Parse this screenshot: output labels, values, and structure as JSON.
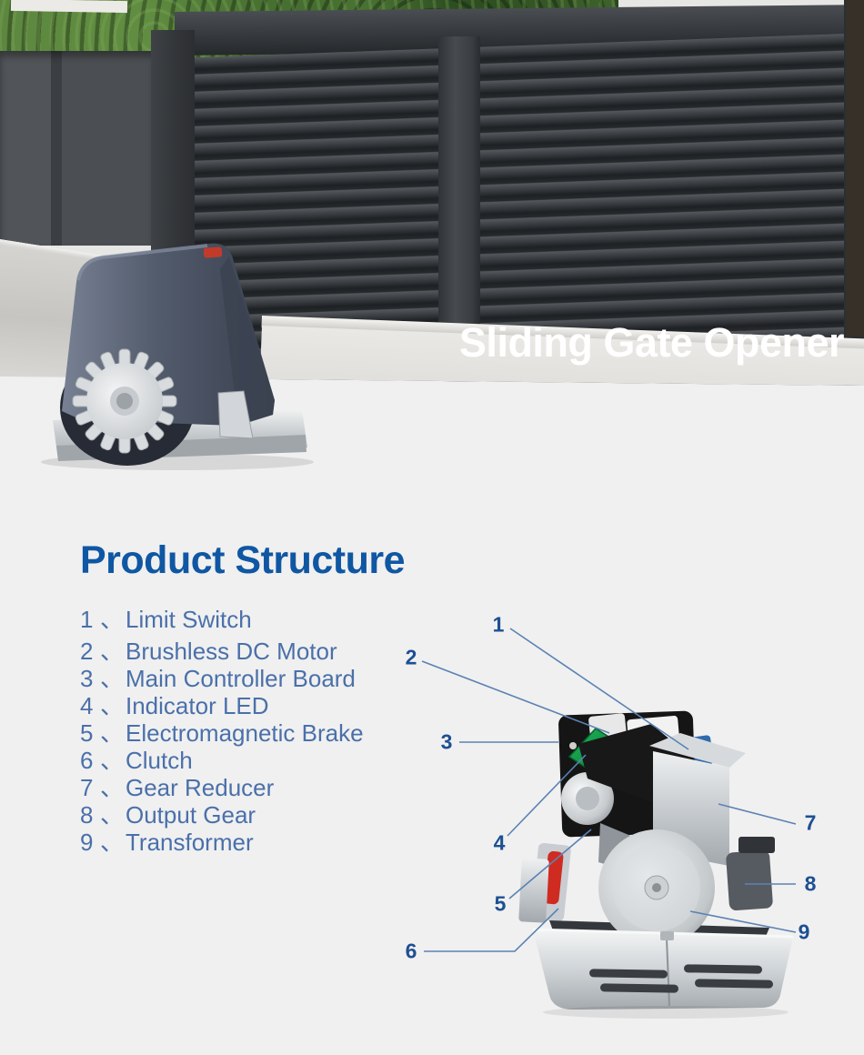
{
  "hero": {
    "title": "Sliding Gate Opener"
  },
  "section": {
    "heading": "Product Structure",
    "parts": [
      {
        "num": "1",
        "sep": "、",
        "label": "Limit Switch"
      },
      {
        "num": "2",
        "sep": "、",
        "label": "Brushless DC Motor"
      },
      {
        "num": "3",
        "sep": "、",
        "label": "Main Controller Board"
      },
      {
        "num": "4",
        "sep": "、",
        "label": "Indicator LED"
      },
      {
        "num": "5",
        "sep": "、",
        "label": "Electromagnetic Brake"
      },
      {
        "num": "6",
        "sep": "、",
        "label": "Clutch"
      },
      {
        "num": "7",
        "sep": "、",
        "label": "Gear Reducer"
      },
      {
        "num": "8",
        "sep": "、",
        "label": "Output Gear"
      },
      {
        "num": "9",
        "sep": "、",
        "label": "Transformer"
      }
    ]
  },
  "diagram": {
    "callouts": [
      {
        "num": "1"
      },
      {
        "num": "2"
      },
      {
        "num": "3"
      },
      {
        "num": "4"
      },
      {
        "num": "5"
      },
      {
        "num": "6"
      },
      {
        "num": "7"
      },
      {
        "num": "8"
      },
      {
        "num": "9"
      }
    ]
  },
  "colors": {
    "page_background": "#f0f0f0",
    "heading_blue": "#0f57a3",
    "list_blue": "#4a70aa",
    "callout_number_blue": "#1d4f93",
    "callout_line_blue": "#5b82b4",
    "title_white": "#ffffff",
    "pcb_green": "#12a14b",
    "clutch_red": "#cf2b20",
    "connector_blue": "#2e6cab"
  }
}
